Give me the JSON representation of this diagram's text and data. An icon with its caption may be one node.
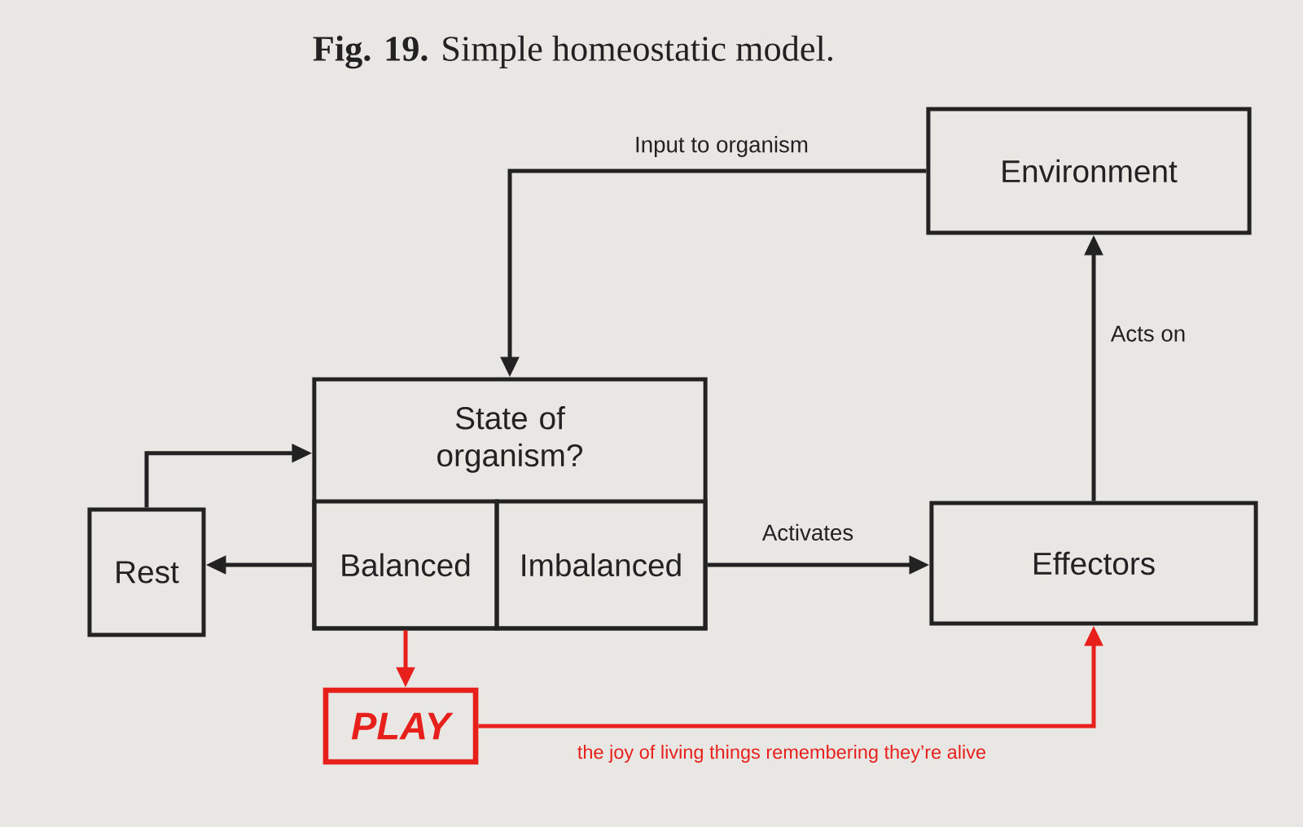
{
  "diagram": {
    "title": "**Fig. 19.** Simple homeostatic model.",
    "nodes": [
      {
        "text": [
          "Environment"
        ]
      },
      {
        "text": [
          "State of organism?"
        ]
      },
      {
        "text": [
          "Balanced"
        ],
        "in": 1
      },
      {
        "text": [
          "Imbalanced"
        ],
        "in": 1
      },
      {
        "text": [
          "Rest"
        ]
      },
      {
        "text": [
          "Effectors"
        ]
      },
      {
        "text": [
          "PLAY"
        ]
      }
    ],
    "edges": [
      {
        "from": 0,
        "to": 1,
        "arrow": "to",
        "label": "Input to organism"
      },
      {
        "from": 4,
        "to": 1,
        "arrow": "to"
      },
      {
        "from": 2,
        "to": 4,
        "arrow": "to"
      },
      {
        "from": 3,
        "to": 5,
        "arrow": "to",
        "label": "Activates"
      },
      {
        "from": 5,
        "to": 0,
        "arrow": "to",
        "label": "Acts on"
      },
      {
        "from": 2,
        "to": 6,
        "arrow": "to",
        "color": "#e8201c"
      },
      {
        "from": 6,
        "to": 5,
        "arrow": "to",
        "color": "#e8201c",
        "label": "the joy of living things remembering they’re alive"
      }
    ]
  }
}
